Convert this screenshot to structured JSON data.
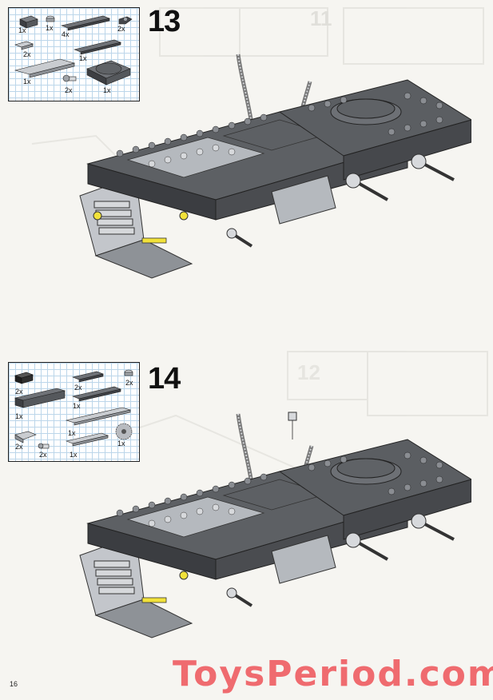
{
  "page": {
    "page_number": "16"
  },
  "steps": [
    {
      "number": "13",
      "parts": [
        {
          "qty": "1x",
          "icon": "brick-1x2-dark"
        },
        {
          "qty": "1x",
          "icon": "round-plate-1x1"
        },
        {
          "qty": "4x",
          "icon": "plate-1x6-dark"
        },
        {
          "qty": "2x",
          "icon": "slope-brick-dark"
        },
        {
          "qty": "2x",
          "icon": "plate-1x2-light"
        },
        {
          "qty": "1x",
          "icon": "plate-1x6-dark"
        },
        {
          "qty": "1x",
          "icon": "plate-2x6-light"
        },
        {
          "qty": "2x",
          "icon": "pin-axle-connector"
        },
        {
          "qty": "1x",
          "icon": "turntable-dark"
        }
      ]
    },
    {
      "number": "14",
      "parts": [
        {
          "qty": "2x",
          "icon": "brick-1x2-black"
        },
        {
          "qty": "2x",
          "icon": "plate-1x4-dark"
        },
        {
          "qty": "2x",
          "icon": "round-plate-1x1"
        },
        {
          "qty": "1x",
          "icon": "brick-1x6-dark"
        },
        {
          "qty": "1x",
          "icon": "plate-1x6-dark"
        },
        {
          "qty": "1x",
          "icon": "plate-1x8-light"
        },
        {
          "qty": "2x",
          "icon": "slope-plate-light"
        },
        {
          "qty": "2x",
          "icon": "pin-connector"
        },
        {
          "qty": "1x",
          "icon": "plate-1x6-light"
        },
        {
          "qty": "1x",
          "icon": "gear-grey"
        }
      ]
    }
  ],
  "watermark": {
    "text": "ToysPeriod.com",
    "color": "#ef6b6f"
  },
  "colors": {
    "dark_grey": "#5b5d61",
    "light_grey": "#b4b8bd",
    "yellow": "#f2e23a",
    "background": "#f6f5f1"
  }
}
